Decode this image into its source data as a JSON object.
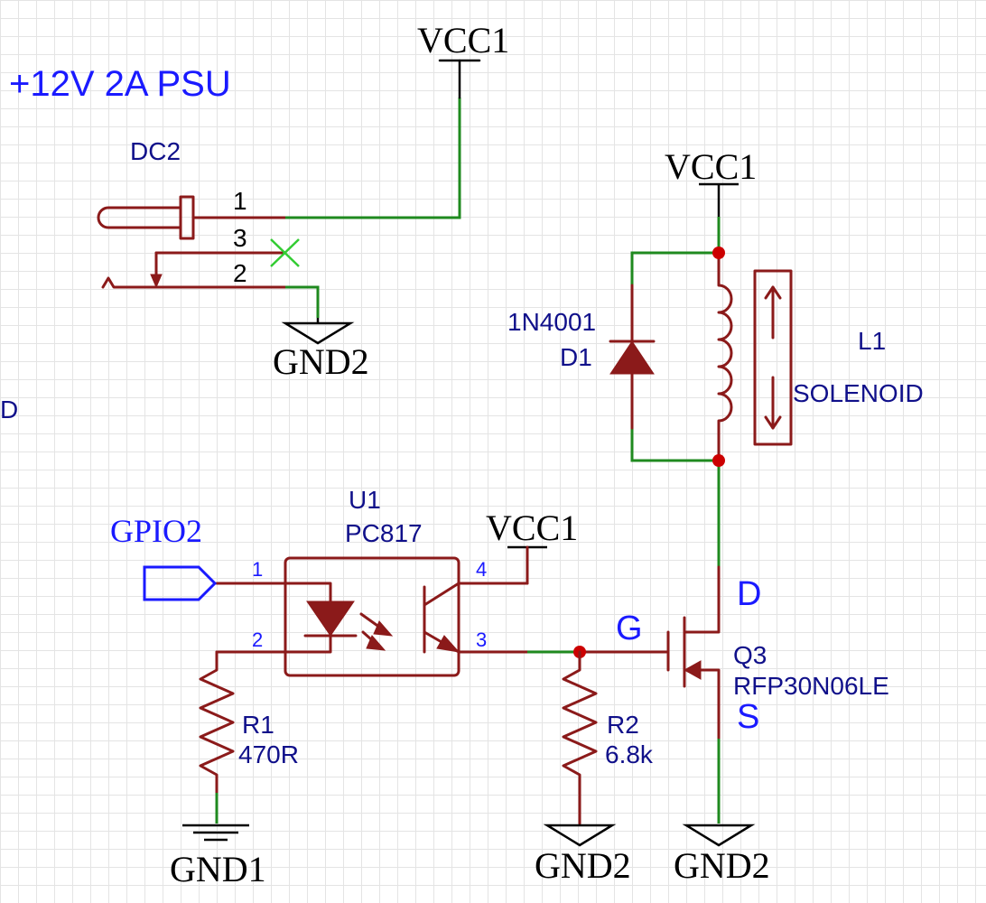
{
  "title": "+12V 2A PSU",
  "edge_label": "D",
  "nets": {
    "vcc_top": "VCC1",
    "vcc_solenoid": "VCC1",
    "vcc_opto": "VCC1",
    "gnd_jack": "GND2",
    "gnd_r1": "GND1",
    "gnd_r2": "GND2",
    "gnd_fet": "GND2",
    "gpio": "GPIO2"
  },
  "dc_jack": {
    "designator": "DC2",
    "pin1": "1",
    "pin3": "3",
    "pin2": "2"
  },
  "diode": {
    "value": "1N4001",
    "designator": "D1"
  },
  "solenoid": {
    "designator": "L1",
    "value": "SOLENOID"
  },
  "optocoupler": {
    "designator": "U1",
    "value": "PC817",
    "pin1": "1",
    "pin2": "2",
    "pin3": "3",
    "pin4": "4"
  },
  "r1": {
    "designator": "R1",
    "value": "470R"
  },
  "r2": {
    "designator": "R2",
    "value": "6.8k"
  },
  "mosfet": {
    "designator": "Q3",
    "value": "RFP30N06LE",
    "gate": "G",
    "drain": "D",
    "source": "S"
  },
  "colors": {
    "wire": "#1f8a1f",
    "symbol": "#8b1a1a",
    "junction": "#cc0000",
    "label_blue": "#1a1aff",
    "designator": "#10108a"
  }
}
